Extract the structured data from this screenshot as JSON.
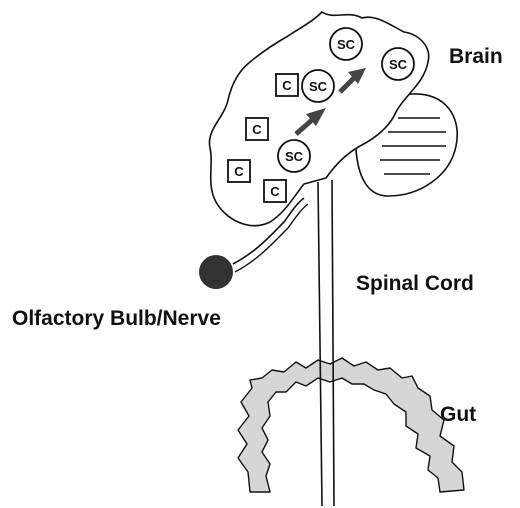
{
  "labels": {
    "brain": "Brain",
    "spinal_cord": "Spinal Cord",
    "olfactory": "Olfactory Bulb/Nerve",
    "gut": "Gut"
  },
  "nodes": {
    "c_label": "C",
    "sc_label": "SC"
  },
  "colors": {
    "ink": "#111111",
    "gut_fill": "#d6d6d6",
    "bulb_fill": "#333333",
    "arrow_fill": "#444444"
  }
}
